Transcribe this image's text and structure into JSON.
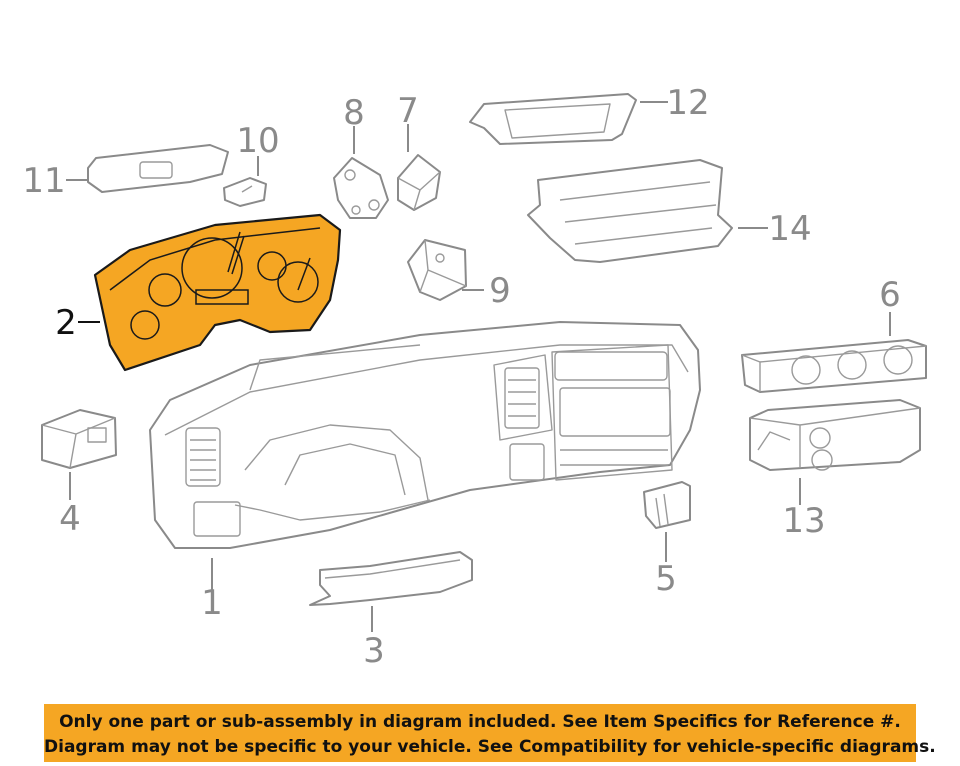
{
  "callouts": {
    "c1": "1",
    "c2": "2",
    "c3": "3",
    "c4": "4",
    "c5": "5",
    "c6": "6",
    "c7": "7",
    "c8": "8",
    "c9": "9",
    "c10": "10",
    "c11": "11",
    "c12": "12",
    "c13": "13",
    "c14": "14"
  },
  "highlighted_part": "2",
  "colors": {
    "highlight": "#f5a623",
    "outline": "#8a8a8a",
    "banner": "#f5a623"
  },
  "notice": {
    "line1": "Only one part or sub-assembly in diagram included. See Item Specifics for Reference #.",
    "line2": "Diagram may not be specific to your vehicle. See Compatibility for vehicle-specific diagrams."
  }
}
